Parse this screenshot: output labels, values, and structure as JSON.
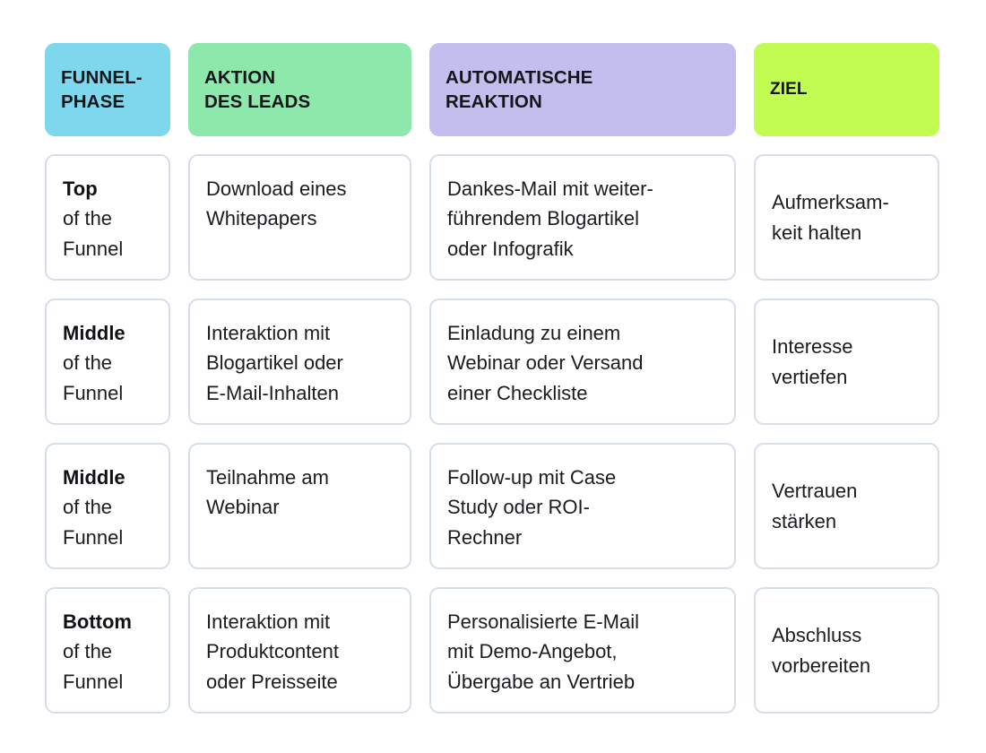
{
  "table": {
    "columns": [
      {
        "id": "funnel-phase",
        "label": "FUNNEL-\nPHASE",
        "header_color": "#7dd8ee"
      },
      {
        "id": "aktion-des-leads",
        "label": "AKTION\nDES LEADS",
        "header_color": "#8ce8ab"
      },
      {
        "id": "automatische-reaktion",
        "label": "AUTOMATISCHE\nREAKTION",
        "header_color": "#c3beee"
      },
      {
        "id": "ziel",
        "label": "ZIEL",
        "header_color": "#c2fb51"
      }
    ],
    "rows": [
      {
        "phase_strong": "Top",
        "phase_rest": "of the\nFunnel",
        "aktion": "Download eines\nWhitepapers",
        "reaktion": "Dankes-Mail mit weiter-\nführendem Blogartikel\noder Infografik",
        "ziel": "Aufmerksam-\nkeit halten"
      },
      {
        "phase_strong": "Middle",
        "phase_rest": "of the\nFunnel",
        "aktion": "Interaktion mit\nBlogartikel oder\nE-Mail-Inhalten",
        "reaktion": "Einladung zu einem\nWebinar oder Versand\neiner Checkliste",
        "ziel": "Interesse\nvertiefen"
      },
      {
        "phase_strong": "Middle",
        "phase_rest": "of the\nFunnel",
        "aktion": "Teilnahme am\nWebinar",
        "reaktion": "Follow-up mit Case\nStudy oder ROI-\nRechner",
        "ziel": "Vertrauen\nstärken"
      },
      {
        "phase_strong": "Bottom",
        "phase_rest": "of the\nFunnel",
        "aktion": "Interaktion mit\nProduktcontent\noder Preisseite",
        "reaktion": "Personalisierte E-Mail\nmit Demo-Angebot,\nÜbergabe an Vertrieb",
        "ziel": "Abschluss\nvorbereiten"
      }
    ]
  },
  "colors": {
    "background": "#ffffff",
    "cell_border": "#d6dee8",
    "text": "#1b1c20",
    "header_text": "#15161a"
  }
}
